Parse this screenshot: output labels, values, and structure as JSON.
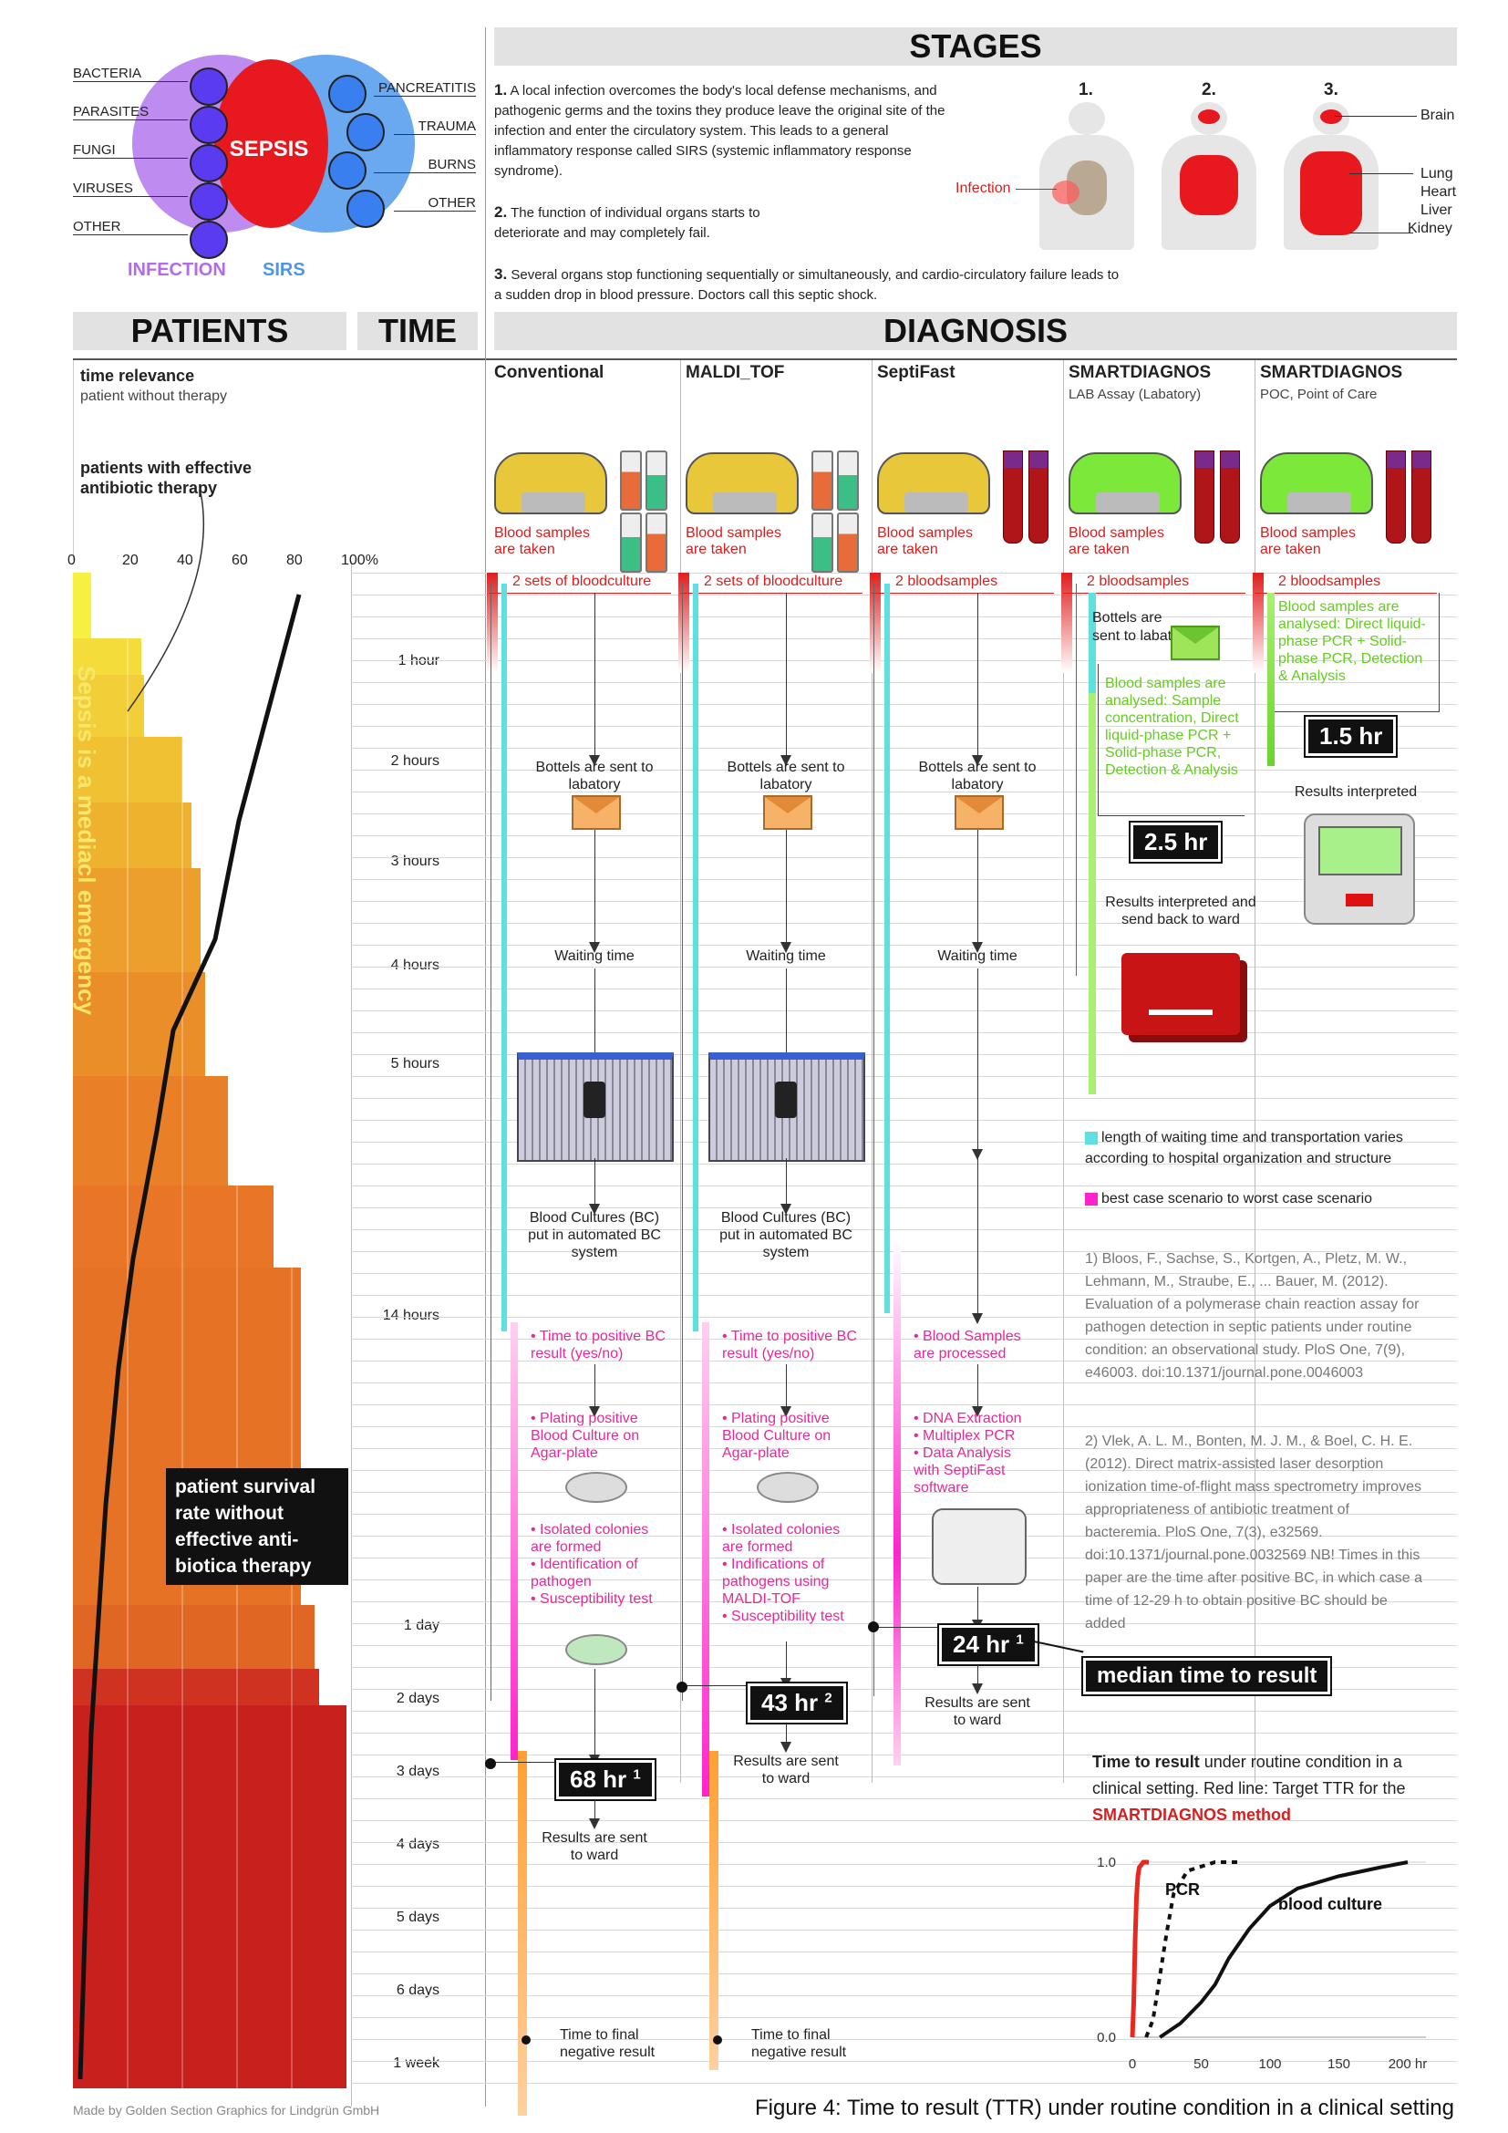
{
  "stages": {
    "title": "STAGES",
    "steps": [
      {
        "num": "1.",
        "text": "A local infection overcomes the body's local defense mechanisms, and pathogenic germs and the toxins they produce leave the original site of the infection and enter the circulatory system. This leads to a general inflammatory response called SIRS (systemic inflammatory response syndrome)."
      },
      {
        "num": "2.",
        "text": "The function of individual organs starts to deteriorate and may completely fail."
      },
      {
        "num": "3.",
        "text": "Several organs stop functioning sequentially or simultaneously, and cardio-circulatory failure leads to a sudden drop in blood pressure. Doctors call this septic shock."
      }
    ],
    "figure_nums": [
      "1.",
      "2.",
      "3."
    ],
    "infection_label": "Infection",
    "organs": [
      "Brain",
      "Lung",
      "Heart",
      "Liver",
      "Kidney"
    ]
  },
  "venn": {
    "center": "SEPSIS",
    "infection_causes": [
      "BACTERIA",
      "PARASITES",
      "FUNGI",
      "VIRUSES",
      "OTHER"
    ],
    "sirs_causes": [
      "PANCREATITIS",
      "TRAUMA",
      "BURNS",
      "OTHER"
    ],
    "left_label": "INFECTION",
    "right_label": "SIRS"
  },
  "headers": {
    "patients": "PATIENTS",
    "time": "TIME",
    "diagnosis": "DIAGNOSIS"
  },
  "patients": {
    "time_relevance": "time relevance",
    "without_therapy": "patient without therapy",
    "effective": "patients with effective antibiotic therapy",
    "axis_ticks": [
      "0",
      "20",
      "40",
      "60",
      "80",
      "100%"
    ],
    "vertical_text": "Sepsis is a mediacl emergency",
    "survival_label": "patient survival rate without effective anti-biotica therapy"
  },
  "time_ticks": [
    "1 hour",
    "2 hours",
    "3 hours",
    "4 hours",
    "5 hours",
    "14 hours",
    "1 day",
    "2 days",
    "3 days",
    "4 days",
    "5 days",
    "6 days",
    "1 week"
  ],
  "methods": [
    {
      "title": "Conventional",
      "sub": ""
    },
    {
      "title": "MALDI_TOF",
      "sub": ""
    },
    {
      "title": "SeptiFast",
      "sub": ""
    },
    {
      "title": "SMARTDIAGNOS",
      "sub": "LAB Assay (Labatory)"
    },
    {
      "title": "SMARTDIAGNOS",
      "sub": "POC, Point of Care"
    }
  ],
  "flow": {
    "blood_taken": "Blood samples are taken",
    "two_sets": "2 sets of bloodculture",
    "two_samples": "2 bloodsamples",
    "sent": "Bottels are sent to labatory",
    "waiting": "Waiting time",
    "bc_system": "Blood Cultures (BC) put in automated BC system",
    "time_positive": "• Time to positive BC result (yes/no)",
    "plating": "• Plating positive Blood Culture on Agar-plate",
    "conv_steps": "• Isolated colonies are formed\n• Identification of pathogen\n• Susceptibility test",
    "maldi_steps": "• Isolated colonies are formed\n• Indifications of pathogens using MALDI-TOF\n• Susceptibility test",
    "septi_processed": "• Blood Samples are processed",
    "septi_steps": "• DNA Extraction\n• Multiplex PCR\n• Data Analysis with SeptiFast software",
    "sent_ward": "Results are sent to ward",
    "final_negative": "Time to final negative result",
    "lab_sent": "Bottels are sent to labatory",
    "lab_analysed": "Blood samples are analysed: Sample concentration, Direct liquid-phase PCR + Solid-phase PCR, Detection & Analysis",
    "lab_interp": "Results interpreted and send back to ward",
    "poc_analysed": "Blood samples are analysed: Direct liquid-phase PCR + Solid-phase PCR, Detection & Analysis",
    "poc_interp": "Results interpreted"
  },
  "badges": {
    "conv": "68 hr",
    "conv_sup": "1",
    "maldi": "43 hr",
    "maldi_sup": "2",
    "septi": "24 hr",
    "septi_sup": "1",
    "lab": "2.5 hr",
    "poc": "1.5 hr",
    "median": "median time to result"
  },
  "legend": {
    "cyan": "length of waiting time and transportation varies according to hospital organization and structure",
    "magenta": "best case scenario to worst case scenario",
    "cyan_color": "#5fe0e0",
    "magenta_color": "#ff22cc"
  },
  "refs": [
    "1) Bloos, F., Sachse, S., Kortgen, A., Pletz, M. W., Lehmann, M., Straube, E., ... Bauer, M. (2012). Evaluation of a polymerase chain reaction assay for pathogen detection in septic patients under routine condition: an observational study. PloS One, 7(9), e46003. doi:10.1371/journal.pone.0046003",
    "2) Vlek, A. L. M., Bonten, M. J. M., & Boel, C. H. E. (2012). Direct matrix-assisted laser desorption ionization time-of-flight mass spectrometry improves appropriateness of antibiotic treatment of bacteremia. PloS One, 7(3), e32569. doi:10.1371/journal.pone.0032569 NB! Times in this paper are the time after positive BC, in which case a time of 12-29 h to obtain positive BC should be added"
  ],
  "ttr": {
    "caption_bold": "Time to result",
    "caption_rest": " under routine condition in a clinical setting. Red line: Target TTR for the ",
    "caption_red": "SMARTDIAGNOS method"
  },
  "chart_data": {
    "type": "line",
    "xlabel": "",
    "ylabel": "",
    "x_ticks": [
      "0",
      "50",
      "100",
      "150",
      "200 hr"
    ],
    "y_ticks": [
      "0.0",
      "1.0"
    ],
    "xlim": [
      0,
      200
    ],
    "ylim": [
      0,
      1
    ],
    "series": [
      {
        "name": "",
        "color": "#e8281e",
        "x": [
          0,
          1,
          2,
          3,
          4,
          5,
          8,
          12
        ],
        "y": [
          0,
          0.2,
          0.55,
          0.8,
          0.92,
          0.97,
          1.0,
          1.0
        ]
      },
      {
        "name": "PCR",
        "color": "#111111",
        "dash": true,
        "x": [
          10,
          15,
          20,
          25,
          30,
          40,
          60,
          80
        ],
        "y": [
          0,
          0.1,
          0.35,
          0.6,
          0.82,
          0.95,
          1.0,
          1.0
        ]
      },
      {
        "name": "blood culture",
        "color": "#111111",
        "x": [
          20,
          35,
          50,
          60,
          70,
          85,
          100,
          120,
          150,
          180,
          200
        ],
        "y": [
          0,
          0.08,
          0.2,
          0.3,
          0.45,
          0.62,
          0.75,
          0.85,
          0.92,
          0.97,
          1.0
        ]
      }
    ]
  },
  "footer": {
    "credit": "Made by Golden Section Graphics for Lindgrün GmbH",
    "caption": "Figure 4: Time to result (TTR) under routine condition in a clinical setting"
  }
}
